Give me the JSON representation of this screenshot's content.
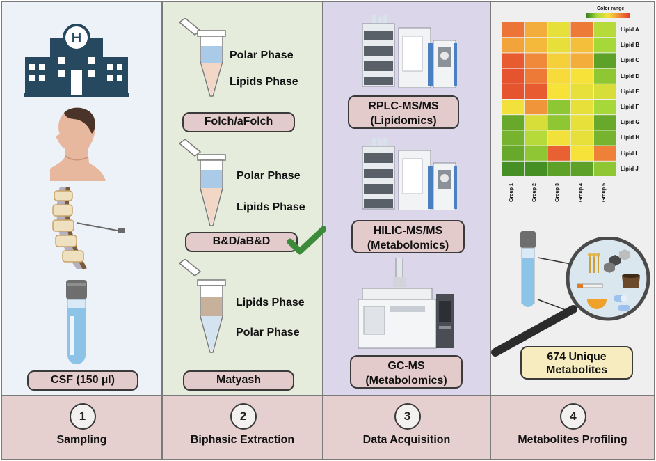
{
  "columns": [
    {
      "number": "1",
      "label": "Sampling",
      "sample": "CSF (150 µl)"
    },
    {
      "number": "2",
      "label": "Biphasic Extraction"
    },
    {
      "number": "3",
      "label": "Data Acquisition"
    },
    {
      "number": "4",
      "label": "Metabolites Profiling"
    }
  ],
  "extraction": {
    "folch": {
      "method": "Folch/aFolch",
      "top_phase": "Polar Phase",
      "bottom_phase": "Lipids Phase"
    },
    "bd": {
      "method": "B&D/aB&D",
      "top_phase": "Polar Phase",
      "bottom_phase": "Lipids Phase"
    },
    "matyash": {
      "method": "Matyash",
      "top_phase": "Lipids Phase",
      "bottom_phase": "Polar Phase"
    }
  },
  "acquisition": {
    "rplc": {
      "line1": "RPLC-MS/MS",
      "line2": "(Lipidomics)"
    },
    "hilic": {
      "line1": "HILIC-MS/MS",
      "line2": "(Metabolomics)"
    },
    "gc": {
      "line1": "GC-MS",
      "line2": "(Metabolomics)"
    }
  },
  "result": {
    "line1": "674 Unique",
    "line2": "Metabolites"
  },
  "heatmap": {
    "legend_title": "Color range",
    "low_color": "#2e7d1e",
    "high_color": "#e23a2a",
    "rows": [
      "Lipid A",
      "Lipid B",
      "Lipid C",
      "Lipid D",
      "Lipid E",
      "Lipid F",
      "Lipid G",
      "Lipid H",
      "Lipid I",
      "Lipid J"
    ],
    "cols": [
      "Group 1",
      "Group 2",
      "Group 3",
      "Group 4",
      "Group 5"
    ],
    "values": [
      [
        0.82,
        0.65,
        0.45,
        0.8,
        0.3
      ],
      [
        0.68,
        0.62,
        0.45,
        0.6,
        0.25
      ],
      [
        0.9,
        0.75,
        0.55,
        0.65,
        0.1
      ],
      [
        0.92,
        0.8,
        0.52,
        0.5,
        0.2
      ],
      [
        0.92,
        0.9,
        0.5,
        0.45,
        0.4
      ],
      [
        0.48,
        0.72,
        0.2,
        0.45,
        0.25
      ],
      [
        0.12,
        0.4,
        0.2,
        0.45,
        0.12
      ],
      [
        0.15,
        0.3,
        0.48,
        0.45,
        0.15
      ],
      [
        0.12,
        0.2,
        0.88,
        0.5,
        0.78
      ],
      [
        0.05,
        0.05,
        0.1,
        0.1,
        0.2
      ]
    ]
  }
}
